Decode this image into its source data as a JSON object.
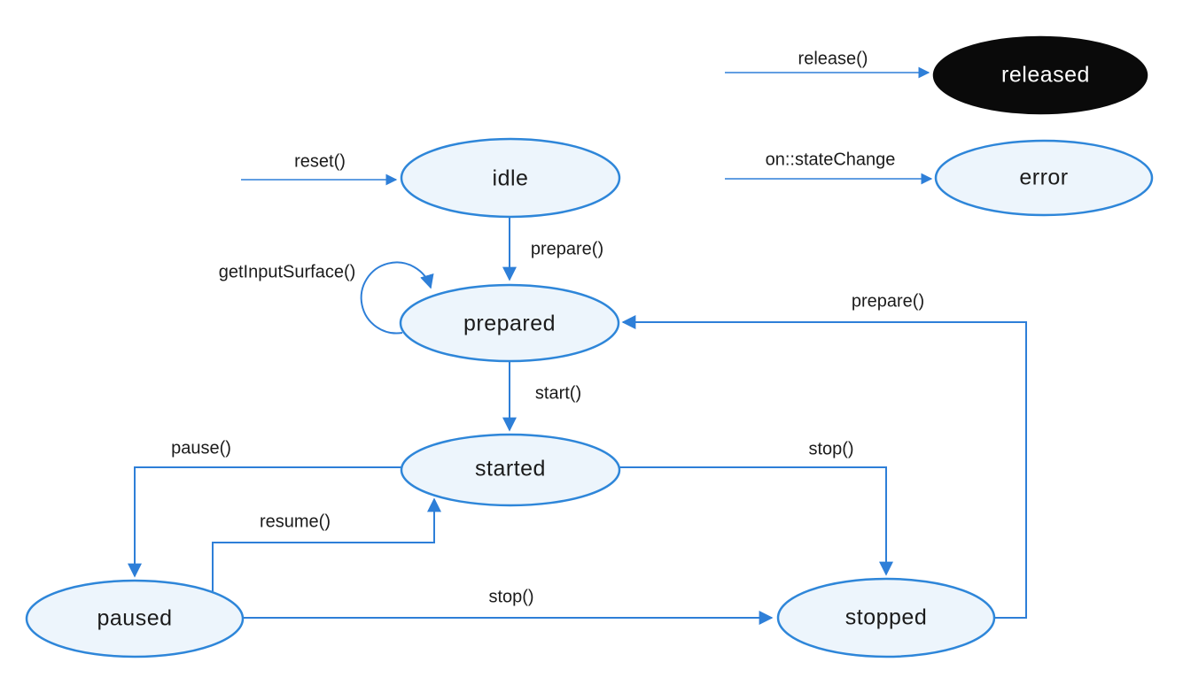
{
  "diagram": {
    "type": "state-machine",
    "nodes": {
      "released": {
        "label": "released",
        "style": "filled-black"
      },
      "error": {
        "label": "error",
        "style": "outline-blue"
      },
      "idle": {
        "label": "idle",
        "style": "outline-blue"
      },
      "prepared": {
        "label": "prepared",
        "style": "outline-blue"
      },
      "started": {
        "label": "started",
        "style": "outline-blue"
      },
      "paused": {
        "label": "paused",
        "style": "outline-blue"
      },
      "stopped": {
        "label": "stopped",
        "style": "outline-blue"
      }
    },
    "edges": {
      "release": {
        "label": "release()",
        "from": "any",
        "to": "released"
      },
      "on_state_change": {
        "label": "on::stateChange",
        "from": "any",
        "to": "error"
      },
      "reset": {
        "label": "reset()",
        "from": "any",
        "to": "idle"
      },
      "prepare": {
        "label": "prepare()",
        "from": "idle",
        "to": "prepared"
      },
      "get_input_surface": {
        "label": "getInputSurface()",
        "from": "prepared",
        "to": "prepared"
      },
      "start": {
        "label": "start()",
        "from": "prepared",
        "to": "started"
      },
      "pause": {
        "label": "pause()",
        "from": "started",
        "to": "paused"
      },
      "resume": {
        "label": "resume()",
        "from": "paused",
        "to": "started"
      },
      "stop_from_started": {
        "label": "stop()",
        "from": "started",
        "to": "stopped"
      },
      "stop_from_paused": {
        "label": "stop()",
        "from": "paused",
        "to": "stopped"
      },
      "prepare_from_stopped": {
        "label": "prepare()",
        "from": "stopped",
        "to": "prepared"
      }
    },
    "colors": {
      "background": "#ffffff",
      "edge_line": "#2e7fd8",
      "node_border": "#2e86d9",
      "node_fill": "#edf5fc",
      "released_fill": "#0a0a0a",
      "released_text": "#ffffff",
      "label_text": "#1b1b1b"
    }
  }
}
